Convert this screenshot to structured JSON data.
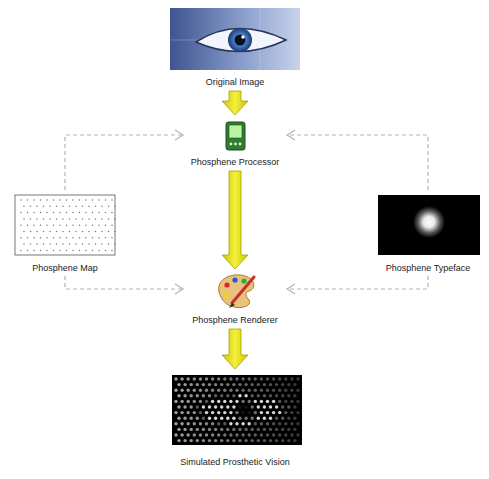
{
  "diagram": {
    "nodes": [
      {
        "text": [
          "Original Image"
        ]
      },
      {
        "text": [
          "Phosphene Processor"
        ]
      },
      {
        "text": [
          "Phosphene Map"
        ]
      },
      {
        "text": [
          "Phosphene Typeface"
        ]
      },
      {
        "text": [
          "Phosphene Renderer"
        ]
      },
      {
        "text": [
          "Simulated Prosthetic Vision"
        ]
      }
    ],
    "edges": [
      {
        "from": 0,
        "to": 1,
        "arrow": "to"
      },
      {
        "from": 2,
        "to": 1,
        "arrow": "to"
      },
      {
        "from": 3,
        "to": 1,
        "arrow": "to"
      },
      {
        "from": 1,
        "to": 4,
        "arrow": "to"
      },
      {
        "from": 2,
        "to": 4,
        "arrow": "to"
      },
      {
        "from": 3,
        "to": 4,
        "arrow": "to"
      },
      {
        "from": 4,
        "to": 5,
        "arrow": "to"
      }
    ]
  }
}
